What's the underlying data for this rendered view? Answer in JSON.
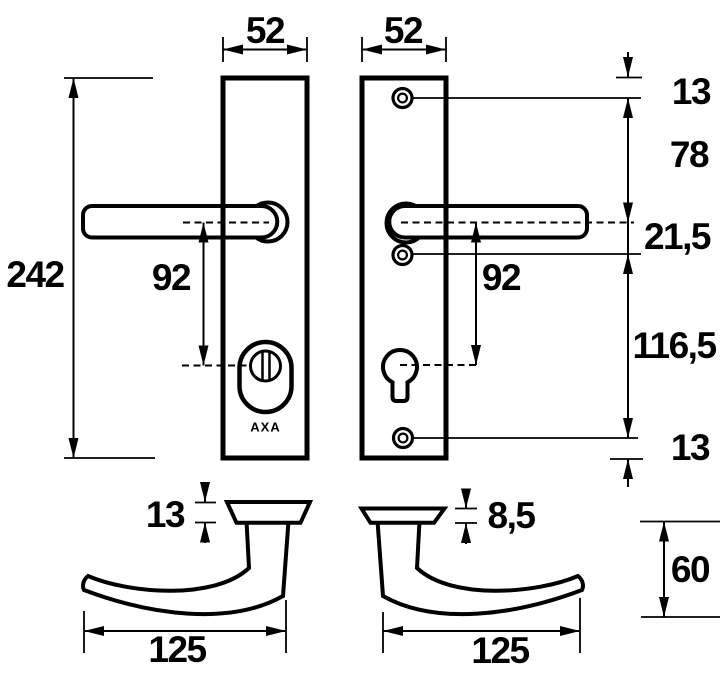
{
  "drawing": {
    "brand": "AXA",
    "labels": {
      "front_plate_width": "52",
      "back_plate_width": "52",
      "plate_height": "242",
      "front_handle_to_cylinder": "92",
      "back_handle_to_cylinder": "92",
      "top_edge_to_top_screw": "13",
      "top_screw_to_handle": "78",
      "handle_to_mid_screw": "21,5",
      "mid_screw_to_bottom_screw": "116,5",
      "bottom_screw_to_edge": "13",
      "front_plate_thickness": "13",
      "back_plate_thickness": "8,5",
      "front_handle_length": "125",
      "back_handle_length": "125",
      "handle_height": "60"
    },
    "colors": {
      "line": "#000000",
      "background": "#ffffff"
    }
  }
}
